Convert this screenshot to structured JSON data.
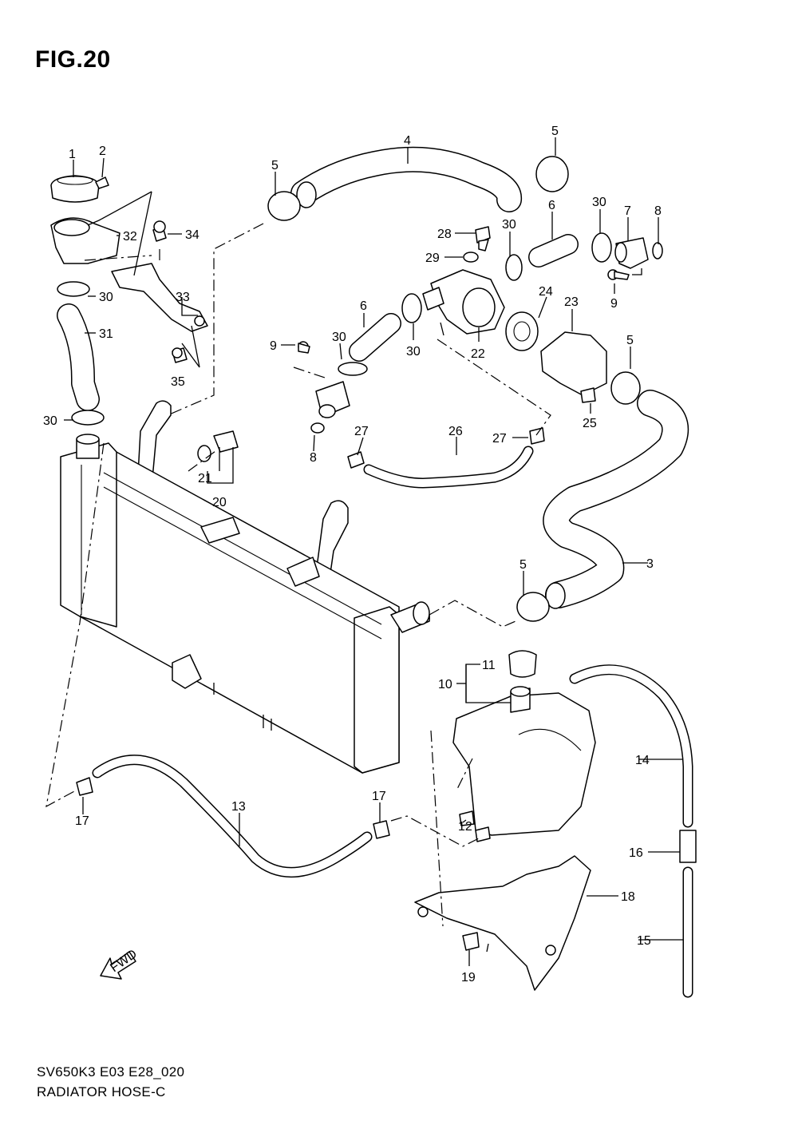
{
  "figure": {
    "title": "FIG.20"
  },
  "footer": {
    "model_code": "SV650K3 E03 E28_020",
    "name": "RADIATOR HOSE-C"
  },
  "fwd_label": "FWD",
  "callouts": {
    "c1": "1",
    "c2": "2",
    "c3": "3",
    "c4": "4",
    "c5a": "5",
    "c5b": "5",
    "c5c": "5",
    "c5d": "5",
    "c6a": "6",
    "c6b": "6",
    "c7": "7",
    "c8a": "8",
    "c8b": "8",
    "c9a": "9",
    "c9b": "9",
    "c10": "10",
    "c11": "11",
    "c12": "12",
    "c13": "13",
    "c14": "14",
    "c15": "15",
    "c16": "16",
    "c17a": "17",
    "c17b": "17",
    "c18": "18",
    "c19": "19",
    "c20": "20",
    "c21": "21",
    "c22": "22",
    "c23": "23",
    "c24": "24",
    "c25": "25",
    "c26": "26",
    "c27a": "27",
    "c27b": "27",
    "c28": "28",
    "c29": "29",
    "c30a": "30",
    "c30b": "30",
    "c30c": "30",
    "c30d": "30",
    "c30e": "30",
    "c30f": "30",
    "c31": "31",
    "c32": "32",
    "c33": "33",
    "c34": "34",
    "c35": "35"
  }
}
